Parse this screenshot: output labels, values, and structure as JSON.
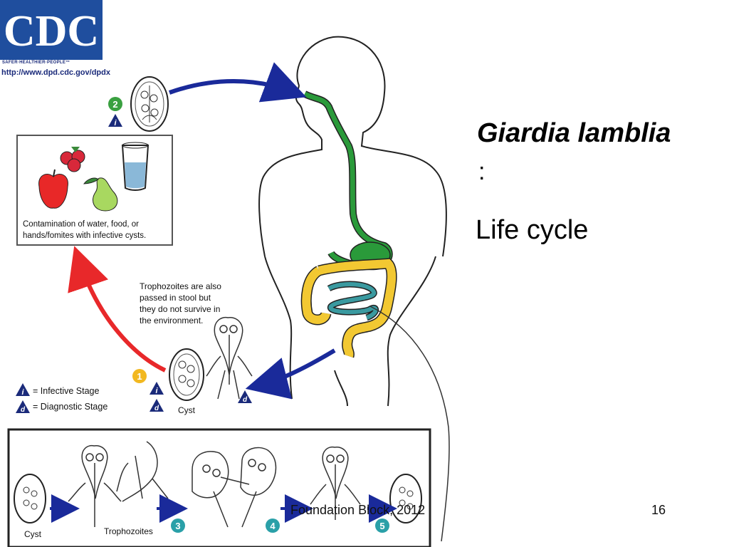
{
  "logo": {
    "text": "CDC",
    "tagline": "SAFER·HEALTHIER·PEOPLE™",
    "url": "http://www.dpd.cdc.gov/dpdx"
  },
  "slide": {
    "title": "Giardia lamblia",
    "title_suffix": ":",
    "subtitle": "Life cycle",
    "footer": "Foundation Block, 2012",
    "page_number": "16"
  },
  "diagram": {
    "contamination_text_1": "Contamination of water, food, or",
    "contamination_text_2": "hands/fomites with infective cysts.",
    "trophozoites_note_1": "Trophozoites are also",
    "trophozoites_note_2": "passed in stool but",
    "trophozoites_note_3": "they do not survive in",
    "trophozoites_note_4": "the environment.",
    "legend_infective": "= Infective Stage",
    "legend_diagnostic": "= Diagnostic Stage",
    "cyst_label": "Cyst",
    "bottom_cyst_label": "Cyst",
    "bottom_trophozoites_label": "Trophozoites",
    "step_1": "1",
    "step_2": "2",
    "step_3": "3",
    "step_4": "4",
    "step_5": "5",
    "infective_letter": "i",
    "diagnostic_letter": "d"
  },
  "colors": {
    "cdc_blue": "#1f4e9e",
    "gut_green": "#2a9a3a",
    "colon_yellow": "#f2c832",
    "intestine_teal": "#3a9aa0",
    "arrow_blue": "#1a2a9a",
    "arrow_red": "#e8282a",
    "step_green": "#3aa040",
    "step_yellow": "#f2b820",
    "step_teal": "#2aa0a8",
    "badge_navy": "#1a2a7a"
  }
}
